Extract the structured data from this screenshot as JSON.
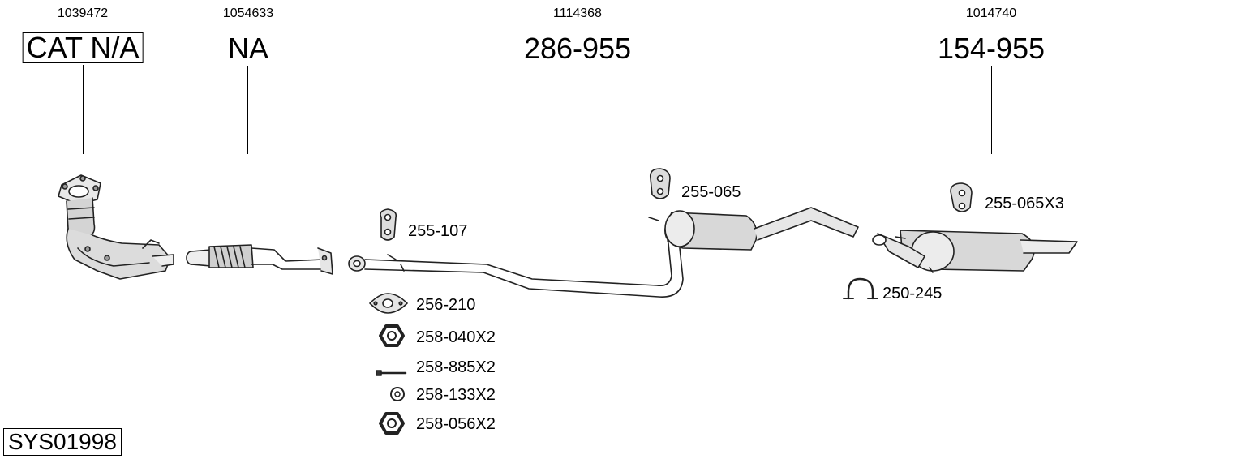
{
  "columns": [
    {
      "oem": "1039472",
      "code": "CAT N/A"
    },
    {
      "oem": "1054633",
      "code": "NA"
    },
    {
      "oem": "1114368",
      "code": "286-955"
    },
    {
      "oem": "1014740",
      "code": "154-955"
    }
  ],
  "parts": {
    "hanger_front": "255-107",
    "hanger_mid": "255-065",
    "hanger_rear": "255-065X3",
    "gasket": "256-210",
    "nut_large": "258-040X2",
    "bolt": "258-885X2",
    "washer": "258-133X2",
    "nut_small": "258-056X2",
    "clamp": "250-245"
  },
  "system_id": "SYS01998"
}
